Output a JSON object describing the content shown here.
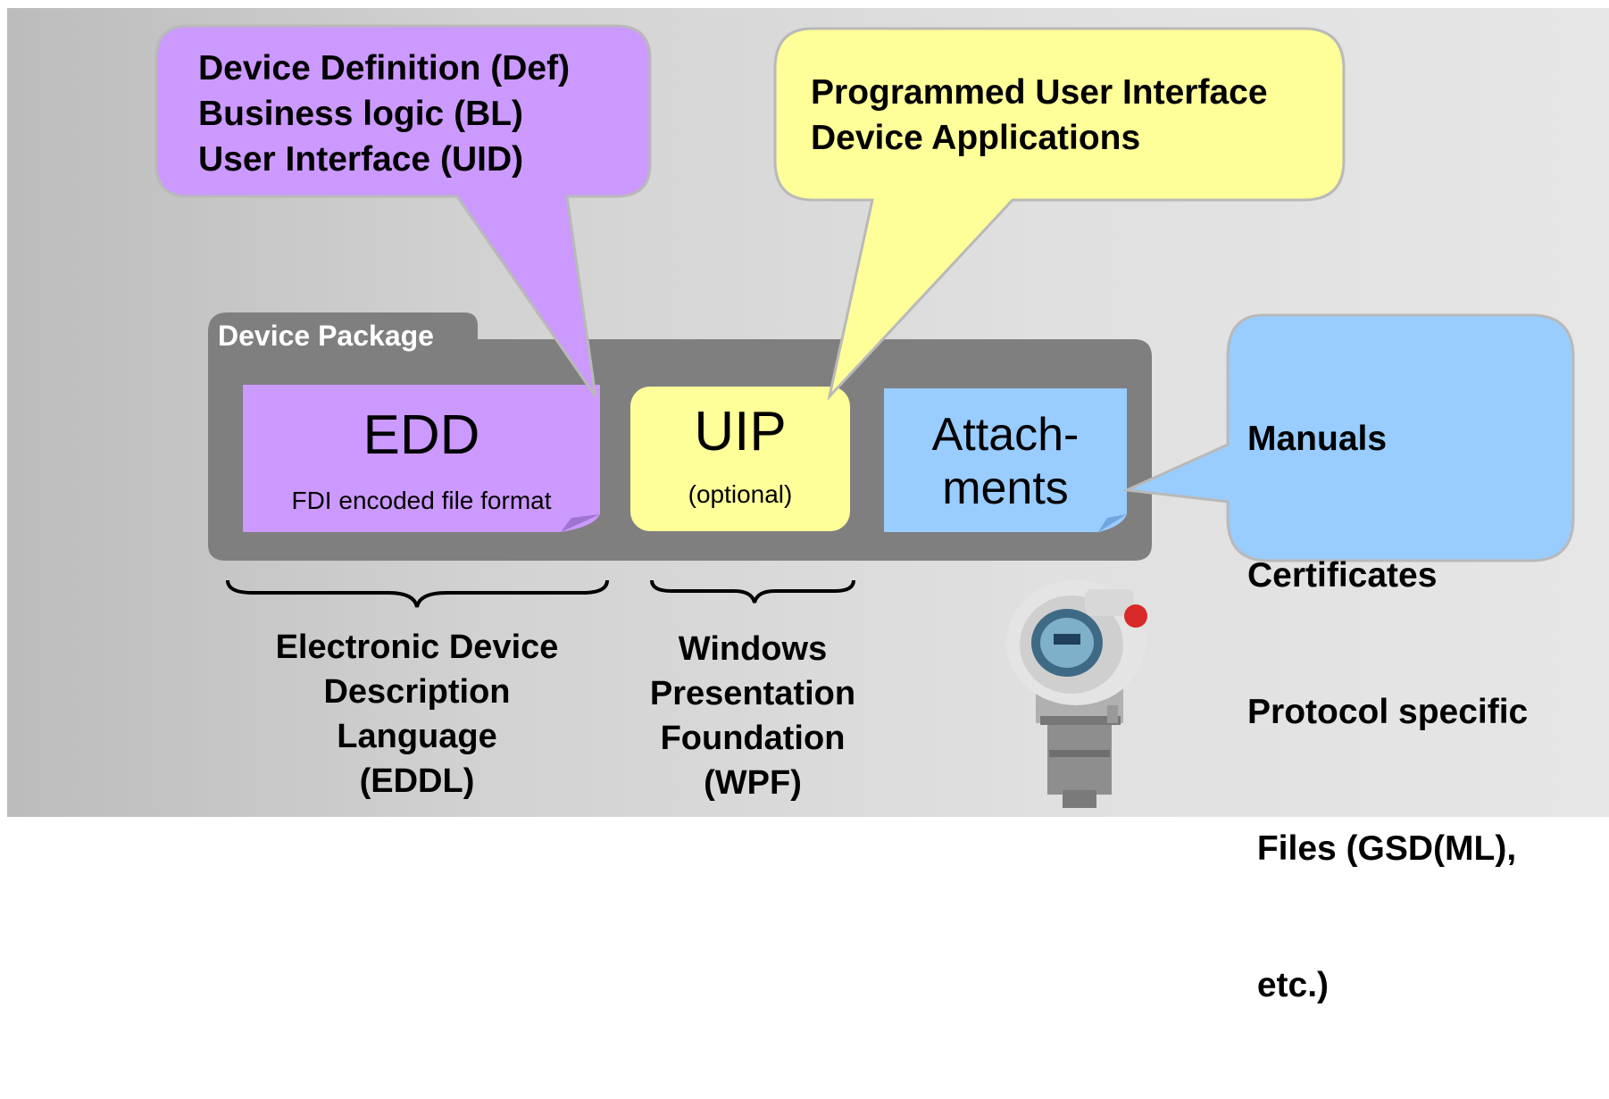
{
  "callouts": {
    "edd_info": [
      "Device Definition (Def)",
      "Business logic (BL)",
      "User Interface (UID)"
    ],
    "uip_info": [
      "Programmed User Interface",
      "Device Applications"
    ],
    "attachments_info": [
      "Manuals",
      "Certificates",
      "Protocol specific",
      " Files (GSD(ML),",
      " etc.)"
    ]
  },
  "package": {
    "title": "Device Package",
    "edd": {
      "label": "EDD",
      "sublabel": "FDI encoded file format"
    },
    "uip": {
      "label": "UIP",
      "sublabel": "(optional)"
    },
    "attachments": {
      "label_line1": "Attach-",
      "label_line2": "ments"
    }
  },
  "captions": {
    "eddl": [
      "Electronic Device",
      "Description",
      "Language",
      "(EDDL)"
    ],
    "wpf": [
      "Windows",
      "Presentation",
      "Foundation",
      "(WPF)"
    ]
  },
  "colors": {
    "purple": "#cc99ff",
    "yellow": "#ffff99",
    "blue": "#99ccff",
    "package_gray": "#7f7f7f"
  },
  "icons": {
    "device": "pressure-transmitter-icon"
  }
}
